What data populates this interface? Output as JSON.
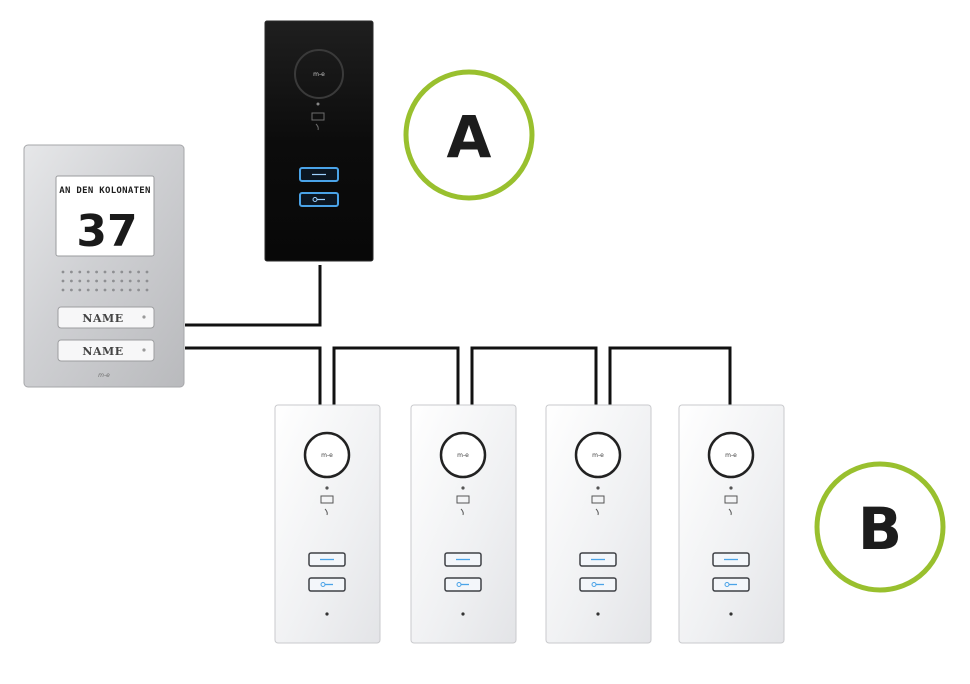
{
  "door_station": {
    "street": "AN DEN KOLONATEN",
    "number": "37",
    "name_plates": [
      "NAME",
      "NAME"
    ],
    "brand": "m-e"
  },
  "callouts": {
    "a": "A",
    "b": "B"
  },
  "monitor_brand": "m-e",
  "indoor_unit_count": 4,
  "colors": {
    "callout_ring": "#99c02e",
    "wire": "#111111",
    "panel_dark": "#0f0f0f",
    "panel_light": "#f1f2f4",
    "button_blue": "#4aa3e8"
  }
}
